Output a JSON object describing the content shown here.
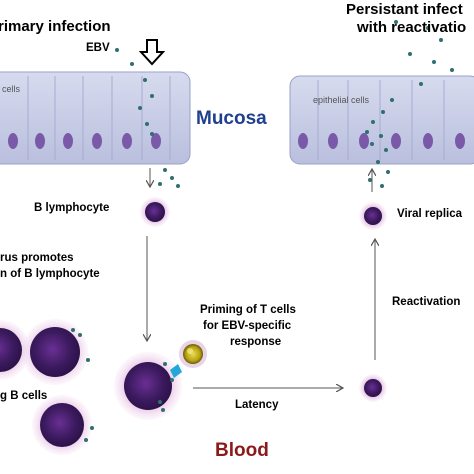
{
  "labels": {
    "primary_infection": "rimary infection",
    "persistent_line1": "Persistant infect",
    "persistent_line2": "with reactivatio",
    "ebv": "EBV",
    "mucosa": "Mucosa",
    "left_cells": "cells",
    "epithelial_cells": "epithelial cells",
    "b_lymphocyte": "B lymphocyte",
    "virus_promotes_line1": "rus promotes",
    "virus_promotes_line2": "n of B lymphocyte",
    "priming_line1": "Priming of T cells",
    "priming_line2": "for EBV-specific",
    "priming_line3": "response",
    "dividing_b_cells": "g B cells",
    "latency": "Latency",
    "reactivation": "Reactivation",
    "viral_replication": "Viral replica",
    "blood": "Blood"
  },
  "colors": {
    "mucosa_fill": "#c8cde6",
    "mucosa_text": "#1f3f8f",
    "blood_text": "#8b1a1a",
    "nucleus": "#7a5aa8",
    "b_cell_core": "#3b1a5e",
    "b_cell_halo": "#d9a8d8",
    "t_cell": "#d8c21a",
    "virion": "#2f6f6f",
    "arrow": "#555555",
    "contact_marker": "#22a7d8"
  },
  "icons": {
    "entry_arrow": "down-arrow-icon"
  }
}
